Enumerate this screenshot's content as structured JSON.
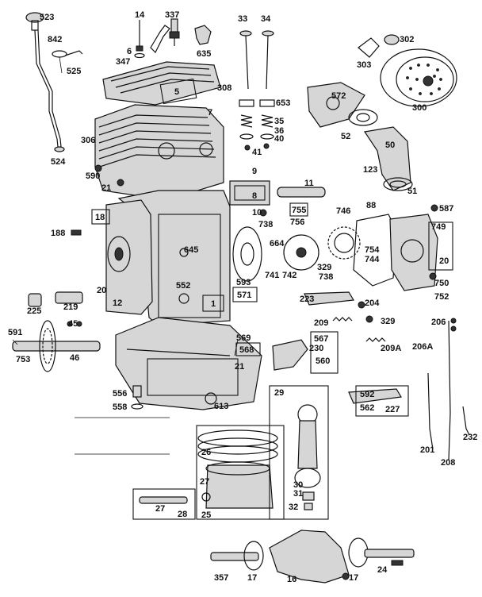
{
  "labels": {
    "l523": "523",
    "l842": "842",
    "l14": "14",
    "l337": "337",
    "l33": "33",
    "l34": "34",
    "l302": "302",
    "l6": "6",
    "l347": "347",
    "l635": "635",
    "l525": "525",
    "l303": "303",
    "l5": "5",
    "l308": "308",
    "l572": "572",
    "l653": "653",
    "l300": "300",
    "l7": "7",
    "l35": "35",
    "l36": "36",
    "l40": "40",
    "l41": "41",
    "l306": "306",
    "l52": "52",
    "l50": "50",
    "l524": "524",
    "l590": "590",
    "l123": "123",
    "l21a": "21",
    "l9": "9",
    "l11": "11",
    "l8": "8",
    "l51": "51",
    "l746": "746",
    "l88": "88",
    "l587": "587",
    "l10": "10",
    "l738a": "738",
    "l755": "755",
    "l756": "756",
    "l18": "18",
    "l749": "749",
    "l188": "188",
    "l645": "645",
    "l664": "664",
    "l754": "754",
    "l744": "744",
    "l20a": "20",
    "l20b": "20",
    "l593": "593",
    "l741": "741",
    "l742": "742",
    "l329a": "329",
    "l738b": "738",
    "l552": "552",
    "l571": "571",
    "l750": "750",
    "l12": "12",
    "l1": "1",
    "l225": "225",
    "l219": "219",
    "l223": "223",
    "l204": "204",
    "l752": "752",
    "l329b": "329",
    "l591": "591",
    "l45": "45",
    "l209": "209",
    "l206": "206",
    "l569": "569",
    "l567": "567",
    "l230": "230",
    "l209a": "209A",
    "l206a": "206A",
    "l568": "568",
    "l753": "753",
    "l46": "46",
    "l560": "560",
    "l21b": "21",
    "l556": "556",
    "l29": "29",
    "l592": "592",
    "l558": "558",
    "l562": "562",
    "l227": "227",
    "l613": "613",
    "l26": "26",
    "l201": "201",
    "l232": "232",
    "l208": "208",
    "l27a": "27",
    "l30": "30",
    "l31": "31",
    "l27b": "27",
    "l32": "32",
    "l28": "28",
    "l25": "25",
    "l357": "357",
    "l17a": "17",
    "l16": "16",
    "l17b": "17",
    "l24": "24"
  }
}
